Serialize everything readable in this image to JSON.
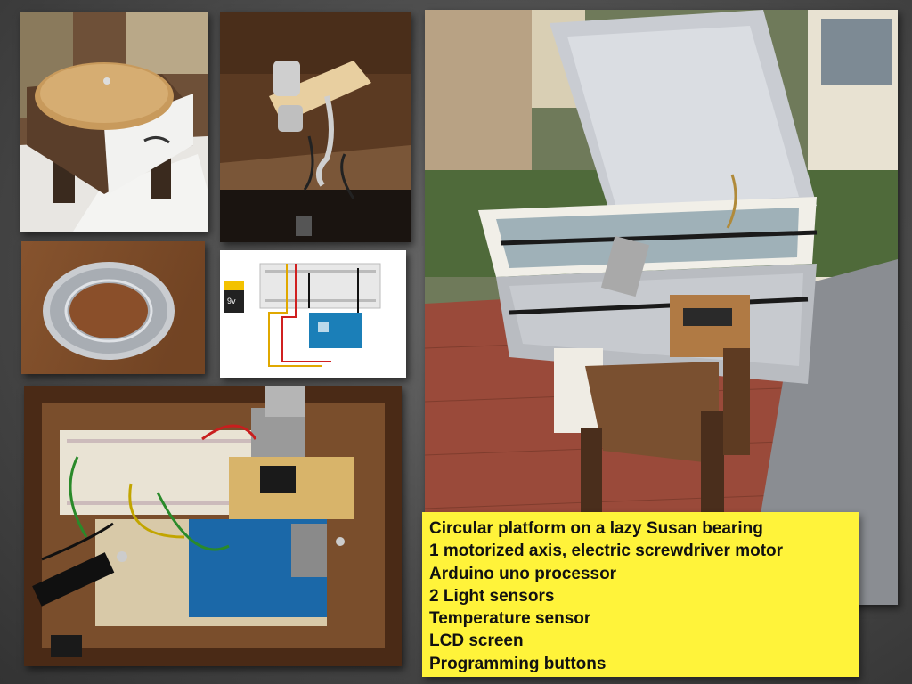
{
  "photos": [
    {
      "name": "turntable-drawer-photo",
      "subject": "plywood turntable on white drawer stand"
    },
    {
      "name": "screwdriver-motor-photo",
      "subject": "electric screwdriver motor under table with s-hook"
    },
    {
      "name": "lazy-susan-bearing-photo",
      "subject": "lazy susan bearing ring on wood"
    },
    {
      "name": "breadboard-schematic",
      "subject": "breadboard wiring diagram with 9v battery and arduino"
    },
    {
      "name": "electronics-board-photo",
      "subject": "breadboard, lcd and arduino mounted on board"
    },
    {
      "name": "solar-oven-photo",
      "subject": "solar oven with reflector lid on wooden stand"
    }
  ],
  "schematic": {
    "battery_label": "9v"
  },
  "caption": {
    "background": "#fff33a",
    "lines": [
      "Circular platform on a lazy Susan bearing",
      "1 motorized axis, electric screwdriver motor",
      "Arduino uno processor",
      "2 Light sensors",
      "Temperature sensor",
      "LCD screen",
      "Programming buttons"
    ]
  }
}
